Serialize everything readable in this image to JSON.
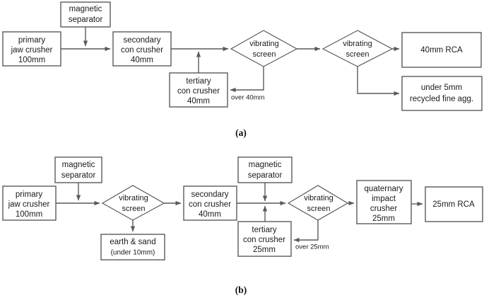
{
  "figure": {
    "background_color": "#ffffff",
    "line_color": "#5a5a5a",
    "text_color": "#1a1a1a"
  },
  "panel_a": {
    "caption": "(a)",
    "nodes": {
      "primary_jaw_crusher": {
        "line1": "primary",
        "line2": "jaw crusher",
        "line3": "100mm"
      },
      "magnetic_separator": {
        "line1": "magnetic",
        "line2": "separator"
      },
      "secondary_con_crusher": {
        "line1": "secondary",
        "line2": "con crusher",
        "line3": "40mm"
      },
      "tertiary_con_crusher": {
        "line1": "tertiary",
        "line2": "con crusher",
        "line3": "40mm"
      },
      "vibrating_screen_1": {
        "line1": "vibrating",
        "line2": "screen"
      },
      "vibrating_screen_2": {
        "line1": "vibrating",
        "line2": "screen"
      },
      "rca_output": {
        "line1": "40mm RCA"
      },
      "fine_agg_output": {
        "line1": "under 5mm",
        "line2": "recycled fine agg."
      }
    },
    "edge_labels": {
      "over_40mm": "over 40mm"
    }
  },
  "panel_b": {
    "caption": "(b)",
    "nodes": {
      "primary_jaw_crusher": {
        "line1": "primary",
        "line2": "jaw crusher",
        "line3": "100mm"
      },
      "magnetic_separator_1": {
        "line1": "magnetic",
        "line2": "separator"
      },
      "vibrating_screen_1": {
        "line1": "vibrating",
        "line2": "screen"
      },
      "earth_and_sand": {
        "line1": "earth & sand",
        "line2": "(under 10mm)"
      },
      "secondary_con_crusher": {
        "line1": "secondary",
        "line2": "con crusher",
        "line3": "40mm"
      },
      "magnetic_separator_2": {
        "line1": "magnetic",
        "line2": "separator"
      },
      "vibrating_screen_2": {
        "line1": "vibrating",
        "line2": "screen"
      },
      "tertiary_con_crusher": {
        "line1": "tertiary",
        "line2": "con crusher",
        "line3": "25mm"
      },
      "quaternary_impact_crusher": {
        "line1": "quaternary",
        "line2": "impact",
        "line3": "crusher",
        "line4": "25mm"
      },
      "rca_output": {
        "line1": "25mm RCA"
      }
    },
    "edge_labels": {
      "over_25mm": "over 25mm"
    }
  }
}
